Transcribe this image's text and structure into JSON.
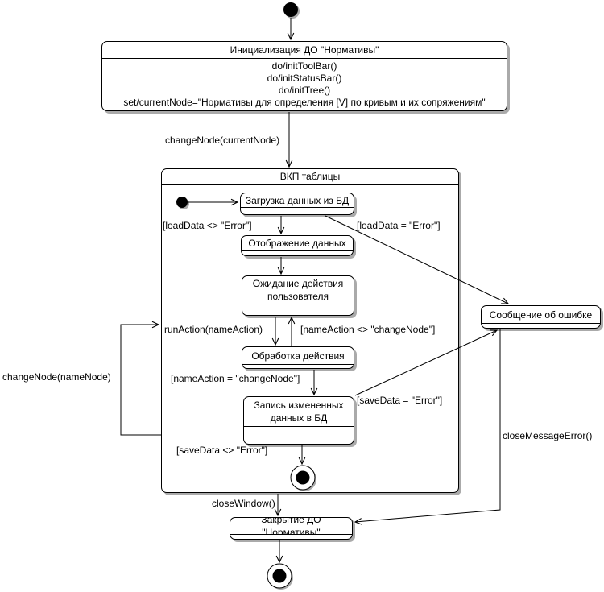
{
  "diagram_type": "uml-statechart",
  "states": {
    "init_do": {
      "title": "Инициализация ДО \"Нормативы\"",
      "actions": [
        "do/initToolBar()",
        "do/initStatusBar()",
        "do/initTree()",
        "set/currentNode=\"Нормативы для определения [V] по кривым и их сопряжениям\""
      ]
    },
    "vkp_table": {
      "title": "ВКП таблицы"
    },
    "load_data": {
      "title": "Загрузка данных из БД"
    },
    "display_data": {
      "title": "Отображение данных"
    },
    "wait_user": {
      "title": "Ожидание действия пользователя"
    },
    "process_action": {
      "title": "Обработка действия"
    },
    "save_data": {
      "title": "Запись измененных данных в БД"
    },
    "error_message": {
      "title": "Сообщение об ошибке"
    },
    "close_do": {
      "title": "Закрытие ДО \"Нормативы\""
    }
  },
  "transitions": {
    "change_node_current": "changeNode(currentNode)",
    "load_ok": "[loadData <> \"Error\"]",
    "load_error": "[loadData = \"Error\"]",
    "run_action": "runAction(nameAction)",
    "name_action_neq": "[nameAction <> \"changeNode\"]",
    "name_action_eq": "[nameAction = \"changeNode\"]",
    "save_error": "[saveData = \"Error\"]",
    "save_ok": "[saveData <> \"Error\"]",
    "change_node_name": "changeNode(nameNode)",
    "close_window": "closeWindow()",
    "close_message_error": "closeMessageError()"
  },
  "colors": {
    "line": "#000000",
    "fill": "#ffffff",
    "shadow": "#aaaaaa",
    "text": "#000000"
  }
}
